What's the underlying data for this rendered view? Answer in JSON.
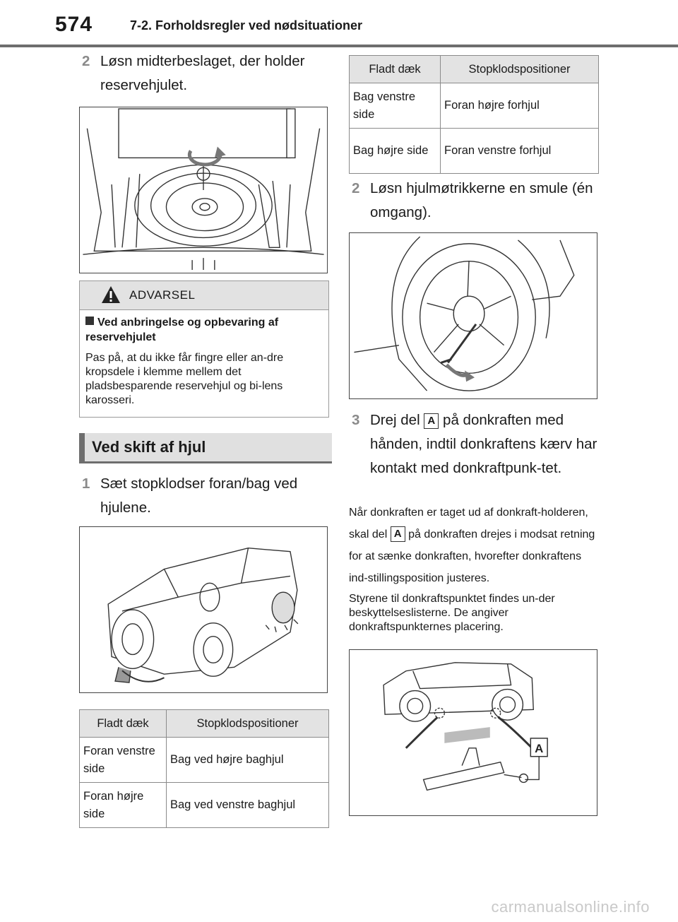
{
  "header": {
    "page_number": "574",
    "chapter": "7-2. Forholdsregler ved nødsituationer"
  },
  "left": {
    "step2": {
      "num": "2",
      "text": "Løsn midterbeslaget, der holder reservehjulet."
    },
    "warning": {
      "label": "ADVARSEL",
      "subtitle": "Ved anbringelse og opbevaring af reservehjulet",
      "body": "Pas på, at du ikke får fingre eller an-dre kropsdele i klemme mellem det pladsbesparende reservehjul og bi-lens karosseri."
    },
    "section_title": "Ved skift af hjul",
    "step1": {
      "num": "1",
      "text": "Sæt stopklodser foran/bag ved hjulene."
    },
    "table": {
      "headers": [
        "Fladt dæk",
        "Stopklodspositioner"
      ],
      "rows": [
        [
          "Foran venstre side",
          "Bag ved højre baghjul"
        ],
        [
          "Foran højre side",
          "Bag ved venstre baghjul"
        ]
      ]
    }
  },
  "right": {
    "table": {
      "headers": [
        "Fladt dæk",
        "Stopklodspositioner"
      ],
      "rows": [
        [
          "Bag venstre side",
          "Foran højre forhjul"
        ],
        [
          "Bag højre side",
          "Foran venstre forhjul"
        ]
      ]
    },
    "step2": {
      "num": "2",
      "text": "Løsn hjulmøtrikkerne en smule (én omgang)."
    },
    "step3": {
      "num": "3",
      "text_before": "Drej del",
      "label": "A",
      "text_after": "på donkraften med hånden, indtil donkraftens kærv har kontakt med donkraftpunk-tet."
    },
    "note1": {
      "before": "Når donkraften er taget ud af donkraft-holderen, skal del",
      "label": "A",
      "after": "på donkraften drejes i modsat retning for at sænke donkraften, hvorefter donkraftens ind-stillingsposition justeres."
    },
    "note2": "Styrene til donkraftspunktet findes un-der beskyttelseslisterne. De angiver donkraftspunkternes placering.",
    "figure_label": "A"
  },
  "watermark": "carmanualsonline.info"
}
